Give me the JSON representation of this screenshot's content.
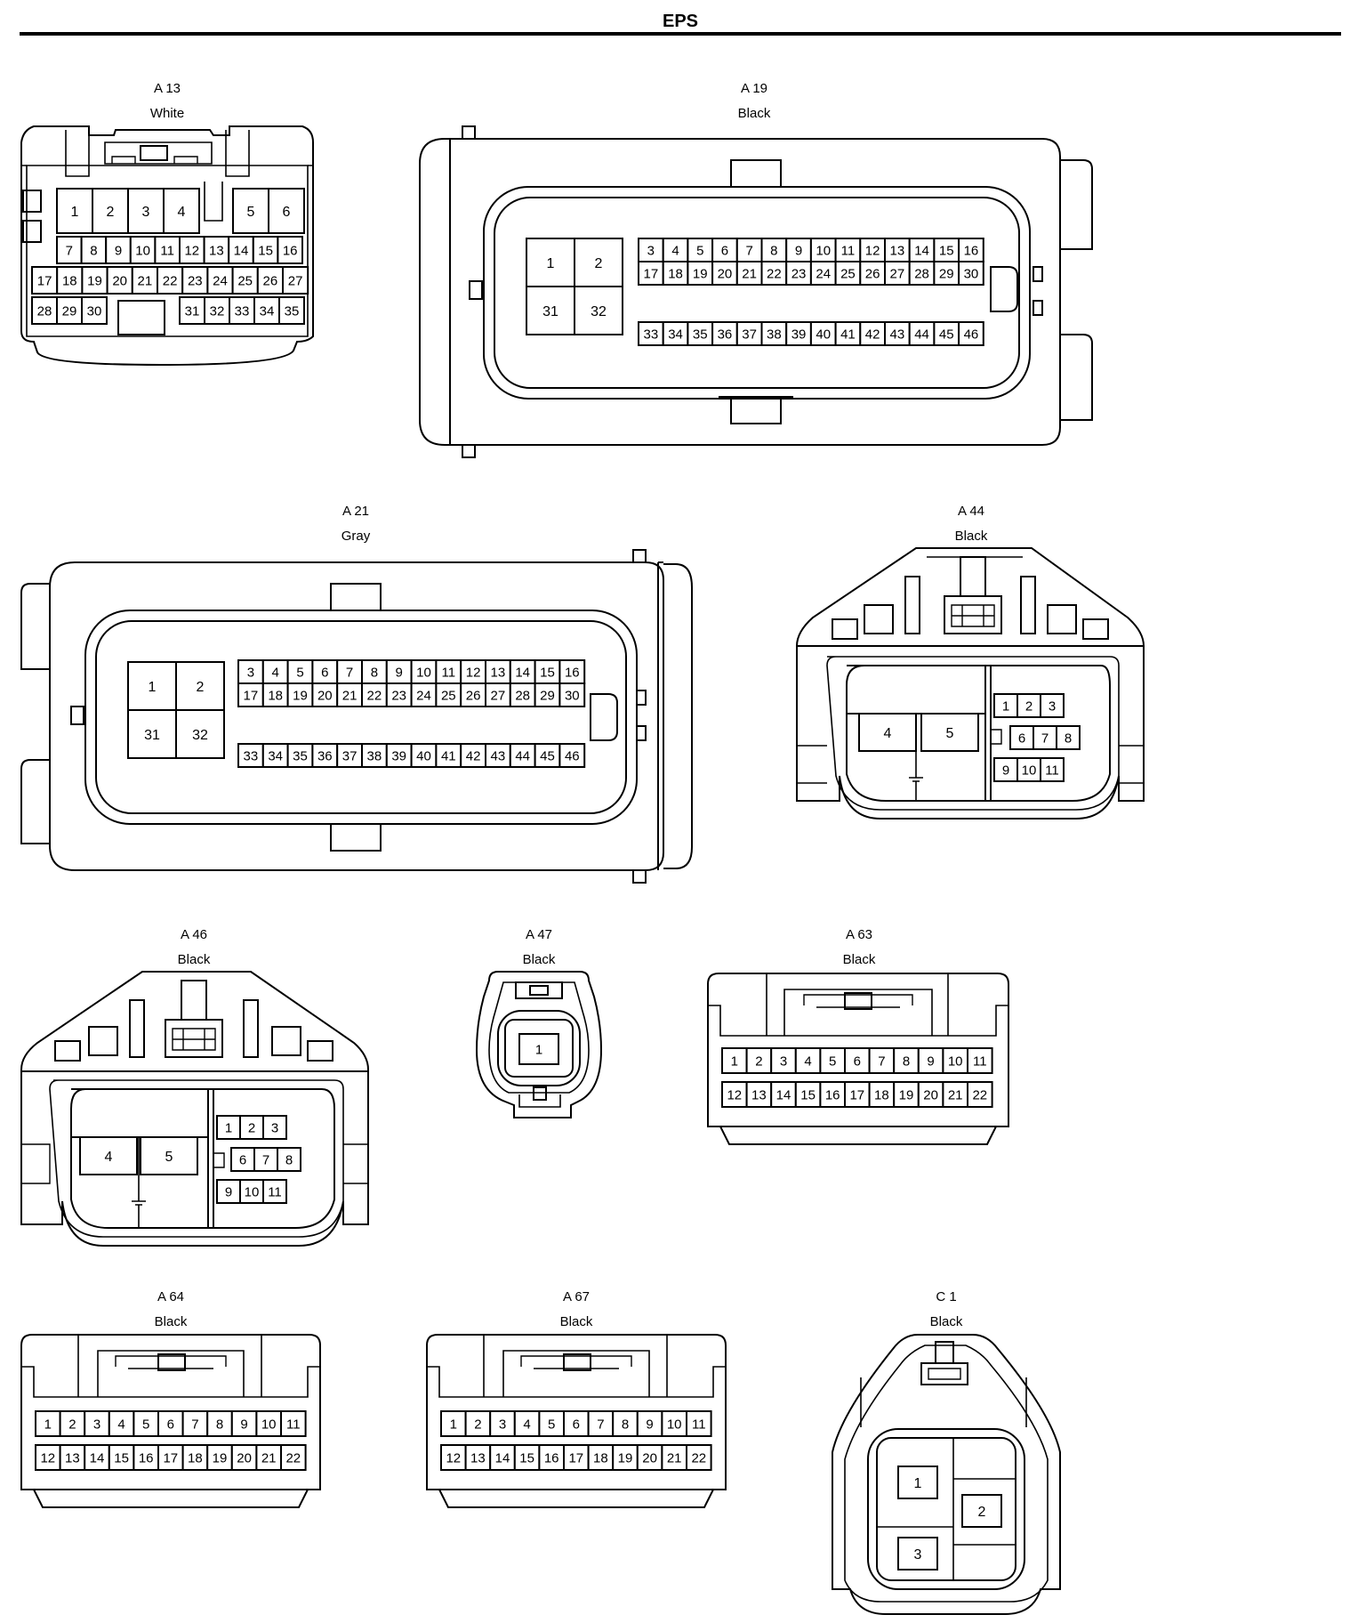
{
  "title": "EPS",
  "connectors": {
    "a13": {
      "id": "A 13",
      "color": "White",
      "pins": [
        "1",
        "2",
        "3",
        "4",
        "5",
        "6",
        "7",
        "8",
        "9",
        "10",
        "11",
        "12",
        "13",
        "14",
        "15",
        "16",
        "17",
        "18",
        "19",
        "20",
        "21",
        "22",
        "23",
        "24",
        "25",
        "26",
        "27",
        "28",
        "29",
        "30",
        "31",
        "32",
        "33",
        "34",
        "35"
      ]
    },
    "a19": {
      "id": "A 19",
      "color": "Black",
      "pins": [
        "1",
        "2",
        "31",
        "32",
        "3",
        "4",
        "5",
        "6",
        "7",
        "8",
        "9",
        "10",
        "11",
        "12",
        "13",
        "14",
        "15",
        "16",
        "17",
        "18",
        "19",
        "20",
        "21",
        "22",
        "23",
        "24",
        "25",
        "26",
        "27",
        "28",
        "29",
        "30",
        "33",
        "34",
        "35",
        "36",
        "37",
        "38",
        "39",
        "40",
        "41",
        "42",
        "43",
        "44",
        "45",
        "46"
      ]
    },
    "a21": {
      "id": "A 21",
      "color": "Gray",
      "pins": [
        "1",
        "2",
        "31",
        "32",
        "3",
        "4",
        "5",
        "6",
        "7",
        "8",
        "9",
        "10",
        "11",
        "12",
        "13",
        "14",
        "15",
        "16",
        "17",
        "18",
        "19",
        "20",
        "21",
        "22",
        "23",
        "24",
        "25",
        "26",
        "27",
        "28",
        "29",
        "30",
        "33",
        "34",
        "35",
        "36",
        "37",
        "38",
        "39",
        "40",
        "41",
        "42",
        "43",
        "44",
        "45",
        "46"
      ]
    },
    "a44": {
      "id": "A 44",
      "color": "Black",
      "pins": [
        "4",
        "5",
        "1",
        "2",
        "3",
        "6",
        "7",
        "8",
        "9",
        "10",
        "11"
      ]
    },
    "a46": {
      "id": "A 46",
      "color": "Black",
      "pins": [
        "4",
        "5",
        "1",
        "2",
        "3",
        "6",
        "7",
        "8",
        "9",
        "10",
        "11"
      ]
    },
    "a47": {
      "id": "A 47",
      "color": "Black",
      "pins": [
        "1"
      ]
    },
    "a63": {
      "id": "A 63",
      "color": "Black",
      "pins": [
        "1",
        "2",
        "3",
        "4",
        "5",
        "6",
        "7",
        "8",
        "9",
        "10",
        "11",
        "12",
        "13",
        "14",
        "15",
        "16",
        "17",
        "18",
        "19",
        "20",
        "21",
        "22"
      ]
    },
    "a64": {
      "id": "A 64",
      "color": "Black",
      "pins": [
        "1",
        "2",
        "3",
        "4",
        "5",
        "6",
        "7",
        "8",
        "9",
        "10",
        "11",
        "12",
        "13",
        "14",
        "15",
        "16",
        "17",
        "18",
        "19",
        "20",
        "21",
        "22"
      ]
    },
    "a67": {
      "id": "A 67",
      "color": "Black",
      "pins": [
        "1",
        "2",
        "3",
        "4",
        "5",
        "6",
        "7",
        "8",
        "9",
        "10",
        "11",
        "12",
        "13",
        "14",
        "15",
        "16",
        "17",
        "18",
        "19",
        "20",
        "21",
        "22"
      ]
    },
    "c1": {
      "id": "C 1",
      "color": "Black",
      "pins": [
        "1",
        "2",
        "3"
      ]
    }
  }
}
